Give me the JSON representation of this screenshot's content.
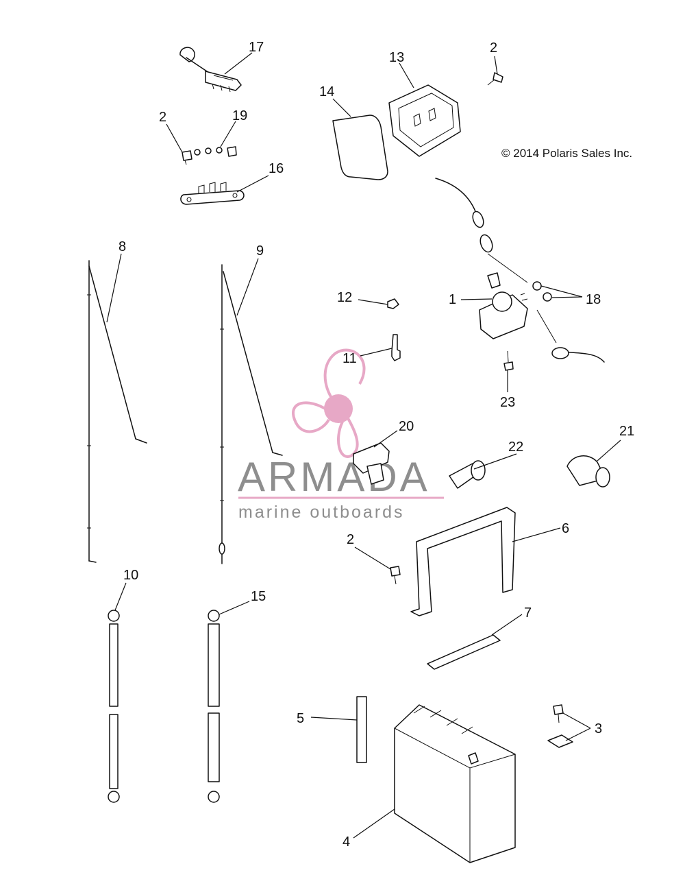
{
  "copyright": "© 2014 Polaris Sales Inc.",
  "watermark": {
    "brand": "ARMADA",
    "tagline": "marine outboards",
    "colors": {
      "logo": "#e7a8c6",
      "text": "#8e8e8e",
      "rule": "#e7a8c6"
    }
  },
  "callouts": [
    "17",
    "2",
    "19",
    "16",
    "13",
    "14",
    "2",
    "8",
    "9",
    "12",
    "1",
    "18",
    "11",
    "23",
    "20",
    "22",
    "21",
    "6",
    "2",
    "10",
    "15",
    "7",
    "5",
    "3",
    "4"
  ]
}
